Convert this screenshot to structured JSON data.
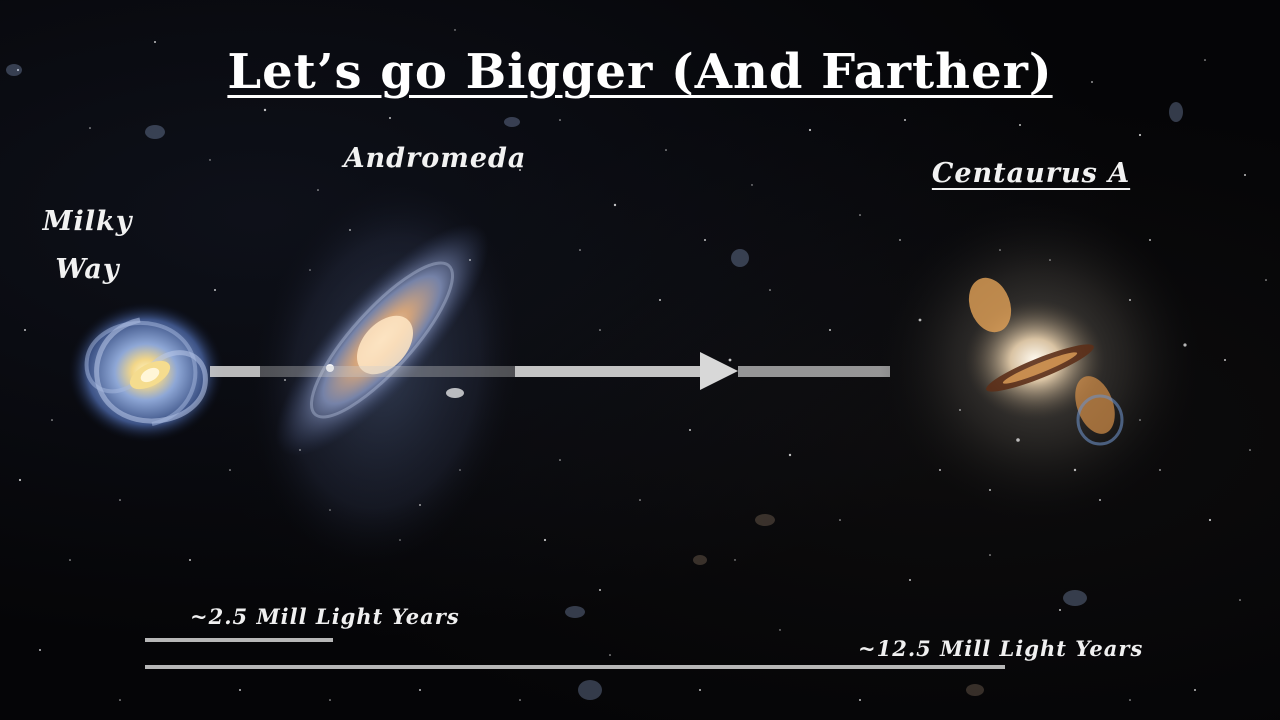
{
  "slide": {
    "title": "Let’s go Bigger (And Farther)",
    "labels": {
      "milky_way_line1": "Milky",
      "milky_way_line2": "Way",
      "andromeda": "Andromeda",
      "centaurus_a": "Centaurus A"
    },
    "distances": {
      "andromeda": "~2.5 Mill Light Years",
      "centaurus_a": "~12.5 Mill Light Years"
    }
  },
  "images": {
    "milky_way": "spiral-galaxy-image",
    "andromeda": "andromeda-galaxy-image",
    "centaurus_a": "centaurus-a-galaxy-image",
    "arrow": "right-arrow-icon"
  },
  "colors": {
    "background": "#050507",
    "text": "#ffffff",
    "scale_bar": "#b7b7b7",
    "arrow": "#d8d8d8"
  }
}
